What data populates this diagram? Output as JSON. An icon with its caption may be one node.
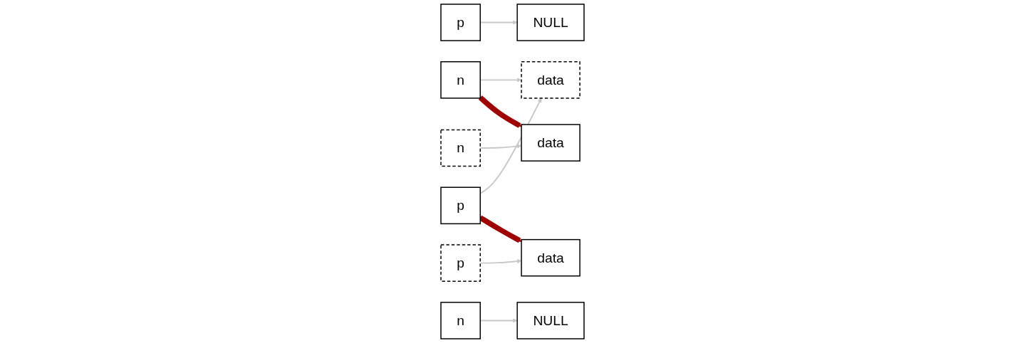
{
  "diagram": {
    "nodes": [
      {
        "text": [
          "NULL"
        ]
      },
      {
        "text": [
          "p"
        ]
      },
      {
        "text": [
          "data"
        ]
      },
      {
        "text": [
          "n"
        ]
      },
      {
        "text": [
          "p"
        ]
      },
      {
        "text": [
          "data"
        ]
      },
      {
        "text": [
          "n"
        ]
      },
      {
        "text": [
          "p"
        ]
      },
      {
        "text": [
          "data"
        ]
      },
      {
        "text": [
          "n"
        ]
      },
      {
        "text": [
          "NULL"
        ]
      }
    ],
    "edges": [
      {
        "from": 1,
        "to": 0,
        "arrow": "to"
      },
      {
        "from": 4,
        "to": 2,
        "arrow": "to"
      },
      {
        "from": 7,
        "to": 5,
        "arrow": "to"
      },
      {
        "from": 3,
        "to": 5,
        "arrow": "to"
      },
      {
        "from": 6,
        "to": 8,
        "arrow": "to"
      },
      {
        "from": 9,
        "to": 10,
        "arrow": "to"
      },
      {
        "from": 7,
        "to": 2,
        "arrow": "to",
        "style": "thick",
        "color": "#a00000"
      },
      {
        "from": 3,
        "to": 8,
        "arrow": "to",
        "style": "thick",
        "color": "#a00000"
      }
    ]
  }
}
